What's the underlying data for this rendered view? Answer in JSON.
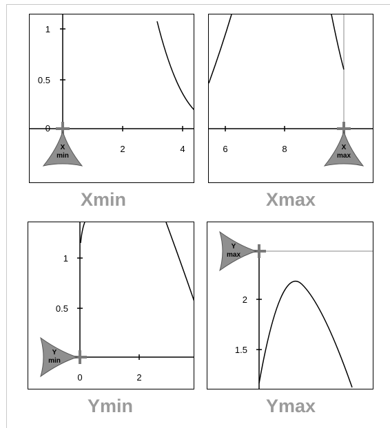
{
  "panels": [
    {
      "id": "xmin",
      "caption": "Xmin",
      "marker_label": [
        "X",
        "min"
      ],
      "x_ticks": [
        "2",
        "4"
      ],
      "y_ticks": [
        "1",
        "0.5",
        "0"
      ]
    },
    {
      "id": "xmax",
      "caption": "Xmax",
      "marker_label": [
        "X",
        "max"
      ],
      "x_ticks": [
        "6",
        "8"
      ],
      "y_ticks": []
    },
    {
      "id": "ymin",
      "caption": "Ymin",
      "marker_label": [
        "Y",
        "min"
      ],
      "x_ticks": [
        "0",
        "2"
      ],
      "y_ticks": [
        "1",
        "0.5"
      ]
    },
    {
      "id": "ymax",
      "caption": "Ymax",
      "marker_label": [
        "Y",
        "max"
      ],
      "x_ticks": [],
      "y_ticks": [
        "2",
        "1.5"
      ]
    }
  ],
  "colors": {
    "caption": "#9b9b9b",
    "marker": "#8f8f8f",
    "axis": "#000000",
    "grid_line": "#8a8a8a"
  }
}
